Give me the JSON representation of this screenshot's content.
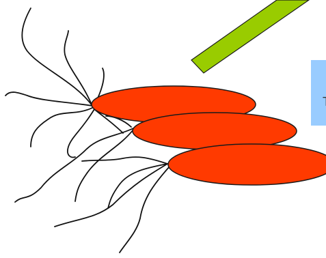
{
  "figure": {
    "colors": {
      "cell_fill": "#ff3a00",
      "cell_stroke": "#1a1a1a",
      "flagella_stroke": "#111111",
      "pointer_fill": "#99cc00",
      "pointer_stroke": "#1a1a1a",
      "label_box_fill": "#99ccff",
      "background": "#ffffff"
    },
    "label_box": {
      "text": "",
      "partial_glyph": "T"
    },
    "cell_count": 3,
    "flagella_count": 14
  }
}
